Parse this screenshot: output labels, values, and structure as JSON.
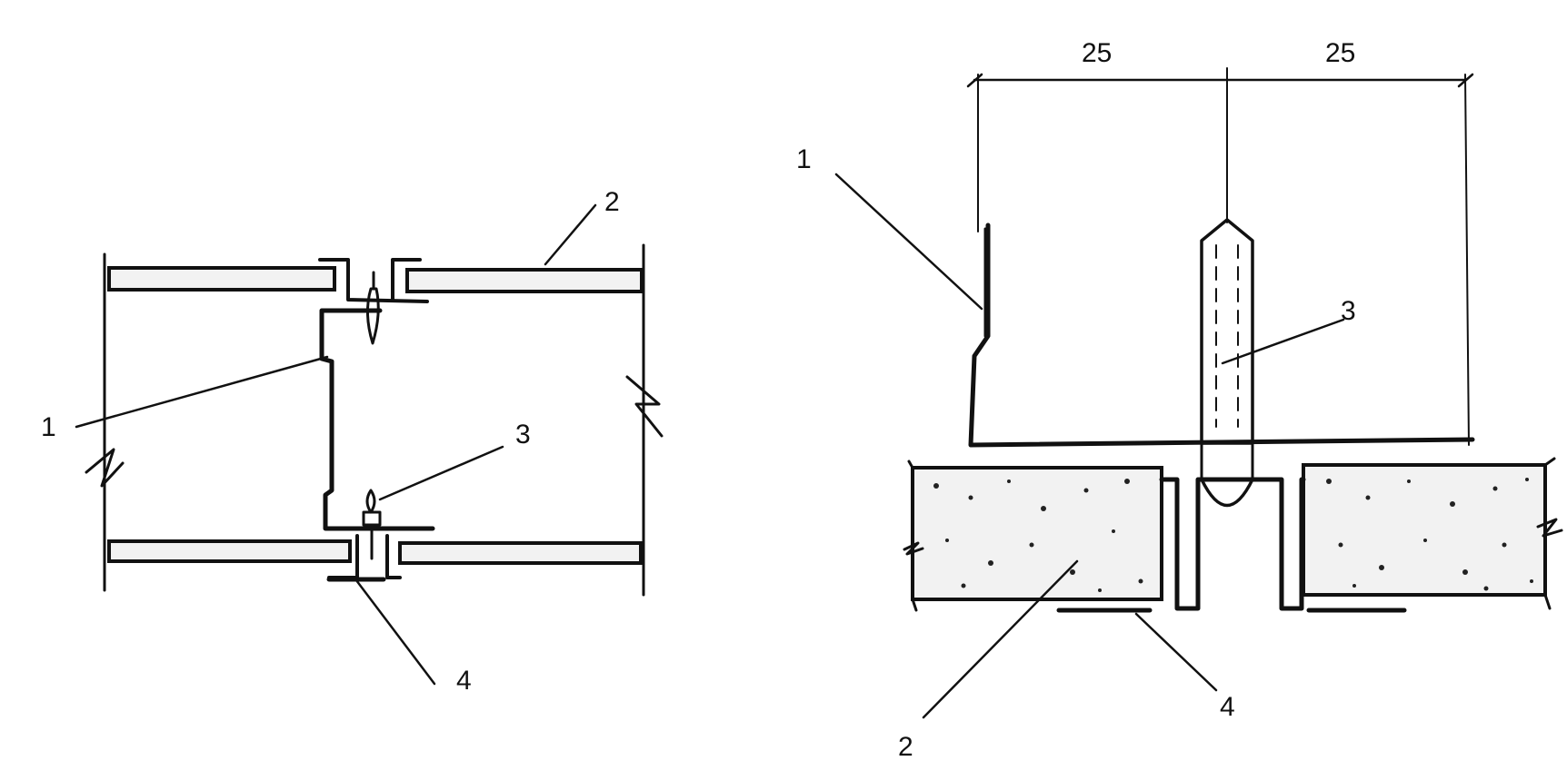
{
  "left_detail": {
    "callouts": [
      "1",
      "2",
      "3",
      "4"
    ]
  },
  "right_detail": {
    "callouts": [
      "1",
      "2",
      "3",
      "4"
    ],
    "dimensions": [
      "25",
      "25"
    ]
  }
}
